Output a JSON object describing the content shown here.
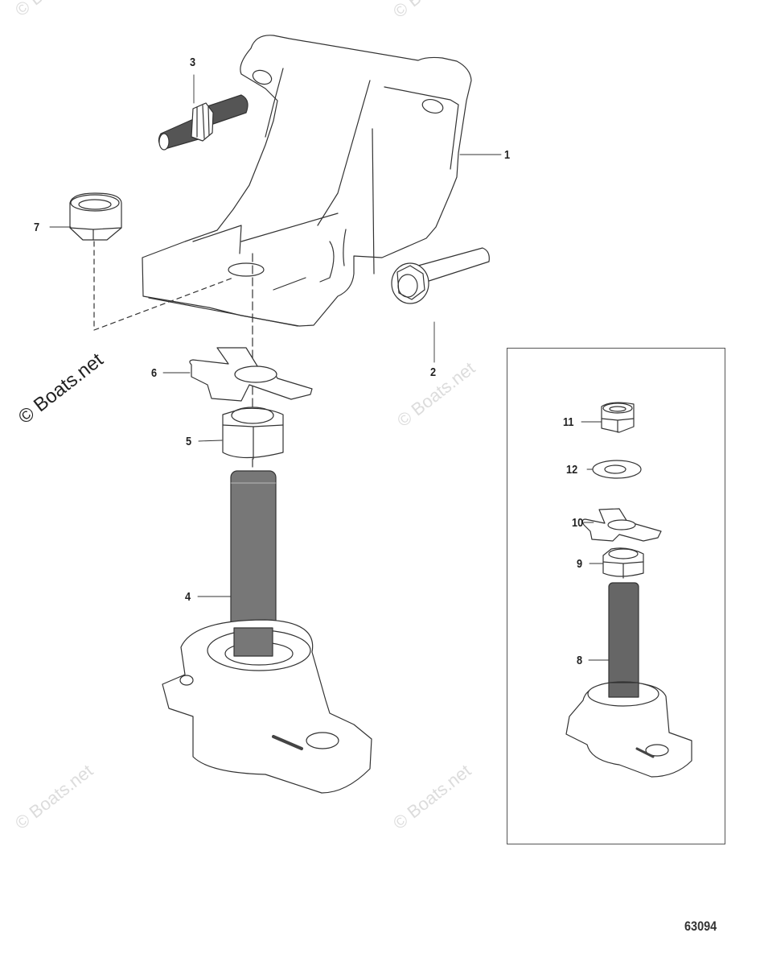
{
  "diagram": {
    "type": "exploded-parts-diagram",
    "figure_number": "63094",
    "watermark": "© Boats.net",
    "callouts": [
      {
        "id": "1",
        "label": "1",
        "part": "mounting-bracket"
      },
      {
        "id": "2",
        "label": "2",
        "part": "flange-bolt"
      },
      {
        "id": "3",
        "label": "3",
        "part": "stud-with-knurled-collar"
      },
      {
        "id": "4",
        "label": "4",
        "part": "engine-mount-large"
      },
      {
        "id": "5",
        "label": "5",
        "part": "hex-nut-large"
      },
      {
        "id": "6",
        "label": "6",
        "part": "tab-washer-large"
      },
      {
        "id": "7",
        "label": "7",
        "part": "lock-nut"
      },
      {
        "id": "8",
        "label": "8",
        "part": "engine-mount-small"
      },
      {
        "id": "9",
        "label": "9",
        "part": "hex-nut-small"
      },
      {
        "id": "10",
        "label": "10",
        "part": "tab-washer-small"
      },
      {
        "id": "11",
        "label": "11",
        "part": "lock-nut-small"
      },
      {
        "id": "12",
        "label": "12",
        "part": "flat-washer"
      }
    ]
  }
}
